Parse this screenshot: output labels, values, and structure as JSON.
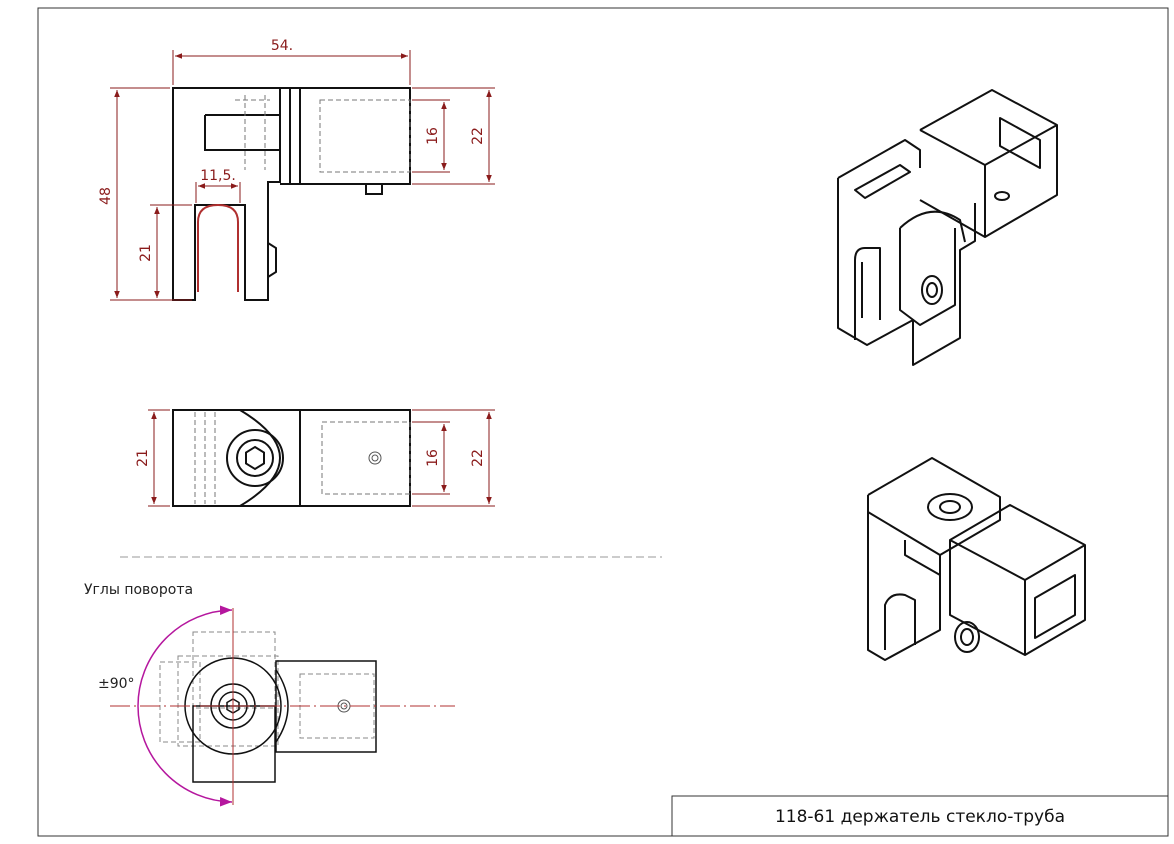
{
  "drawing": {
    "title": "118-61 держатель стекло-труба",
    "rotation_caption": "Углы поворота",
    "rotation_angle": "±90°",
    "colors": {
      "line": "#111111",
      "dimension": "#8a1b1b",
      "accent": "#b5179e",
      "hidden": "#777777"
    }
  },
  "dimensions": {
    "overall_width": "54.",
    "overall_height": "48",
    "slot_width": "11,5.",
    "slot_height": "21",
    "tube_inner_front": "16",
    "tube_outer_front": "22",
    "top_view_height": "21",
    "top_view_inner": "16",
    "top_view_outer": "22"
  }
}
